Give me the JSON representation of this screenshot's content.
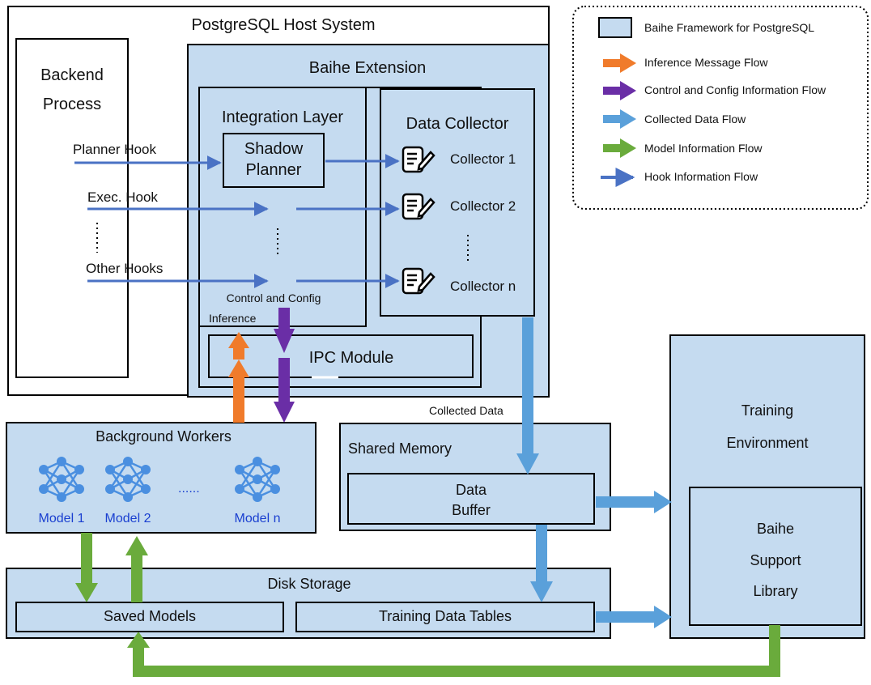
{
  "host": {
    "title": "PostgreSQL Host System"
  },
  "backend": {
    "line1": "Backend",
    "line2": "Process"
  },
  "hooks": {
    "planner": "Planner Hook",
    "exec": "Exec. Hook",
    "other": "Other Hooks",
    "vdots": "......"
  },
  "extension": {
    "title": "Baihe Extension"
  },
  "integration": {
    "title": "Integration Layer",
    "shadow_line1": "Shadow",
    "shadow_line2": "Planner",
    "control_config": "Control and Config",
    "inference": "Inference"
  },
  "collector": {
    "title": "Data Collector",
    "items": [
      "Collector 1",
      "Collector 2",
      "Collector n"
    ]
  },
  "ipc": {
    "label": "IPC Module"
  },
  "background": {
    "title": "Background  Workers",
    "models": [
      "Model 1",
      "Model 2",
      "Model n"
    ],
    "ellipsis": "......"
  },
  "collected_data": "Collected Data",
  "shared_memory": {
    "title": "Shared Memory",
    "buffer_line1": "Data",
    "buffer_line2": "Buffer"
  },
  "disk": {
    "title": "Disk Storage",
    "saved_models": "Saved Models",
    "training_tables": "Training Data Tables"
  },
  "training_env": {
    "line1": "Training",
    "line2": "Environment"
  },
  "support_lib": {
    "line1": "Baihe",
    "line2": "Support",
    "line3": "Library"
  },
  "legend": {
    "items": [
      {
        "label": "Baihe Framework for PostgreSQL",
        "kind": "box"
      },
      {
        "label": "Inference Message Flow",
        "kind": "orange-arrow"
      },
      {
        "label": "Control and Config Information Flow",
        "kind": "purple-arrow"
      },
      {
        "label": "Collected Data Flow",
        "kind": "lightblue-arrow"
      },
      {
        "label": "Model Information Flow",
        "kind": "green-arrow"
      },
      {
        "label": "Hook Information Flow",
        "kind": "hook-arrow"
      }
    ]
  },
  "colors": {
    "box_fill": "#c5dbf0",
    "hook_blue": "#4a72c4",
    "collected_blue": "#5aa0da",
    "orange": "#f07b2b",
    "purple": "#6a2ea6",
    "green": "#6aab3c"
  }
}
